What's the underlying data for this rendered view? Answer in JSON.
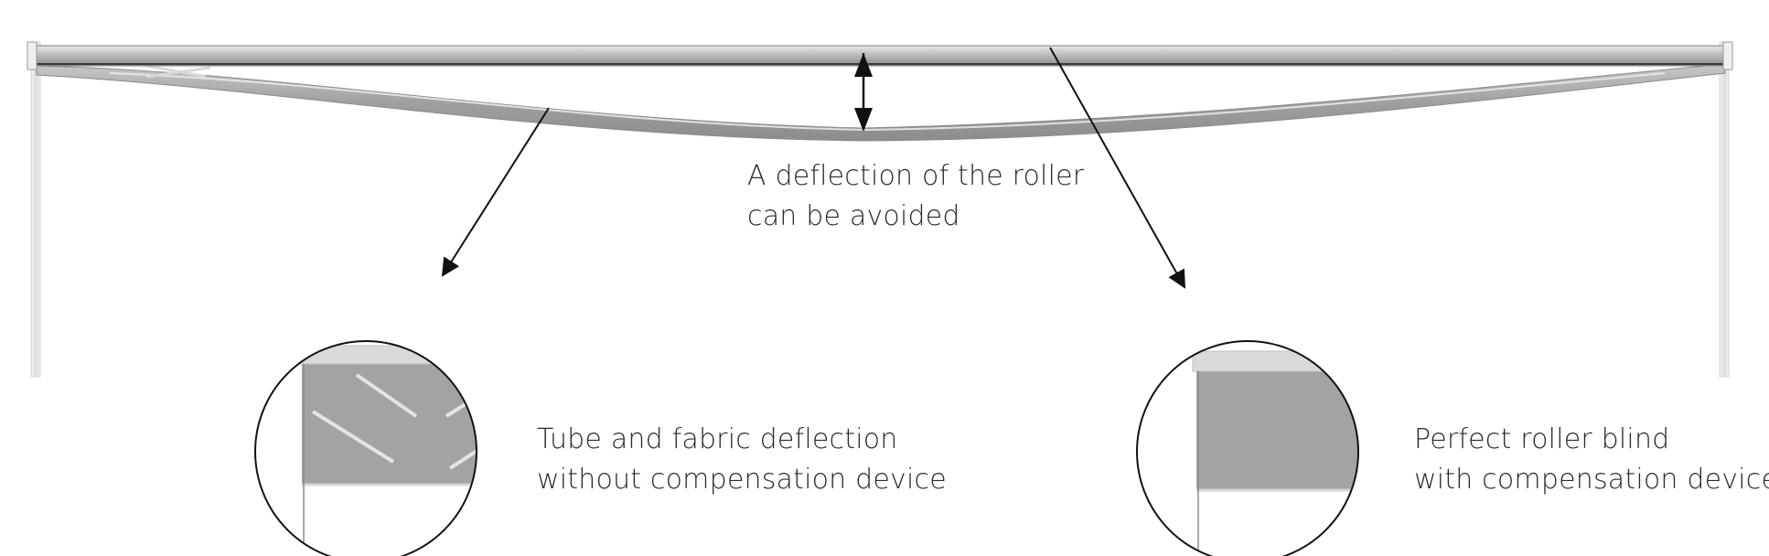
{
  "labels": {
    "deflection": {
      "line1": "A deflection of the roller",
      "line2": "can be avoided"
    },
    "without_device": {
      "line1": "Tube and fabric deflection",
      "line2": "without compensation device"
    },
    "with_device": {
      "line1": "Perfect roller blind",
      "line2": "with compensation device"
    }
  },
  "colors": {
    "tube_light": "#e6e6e6",
    "tube_mid": "#b3b3b3",
    "tube_dark": "#7a7a7a",
    "fabric": "#a3a3a3",
    "outline": "#111111"
  }
}
